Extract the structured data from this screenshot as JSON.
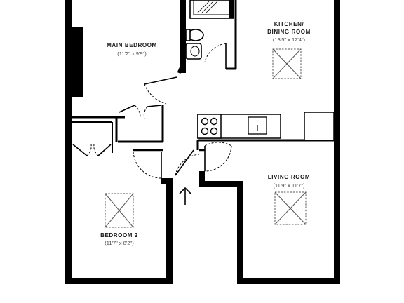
{
  "rooms": {
    "main_bedroom": {
      "name": "MAIN BEDROOM",
      "dim": "(11'2\" x 9'9\")"
    },
    "kitchen": {
      "name_line1": "KITCHEN/",
      "name_line2": "DINING ROOM",
      "dim": "(13'5\" x 12'4\")"
    },
    "living_room": {
      "name": "LIVING ROOM",
      "dim": "(11'9\" x 11'7\")"
    },
    "bedroom_2": {
      "name": "BEDROOM 2",
      "dim": "(11'7\" x 8'2\")"
    }
  },
  "entrance_arrow": "↑"
}
